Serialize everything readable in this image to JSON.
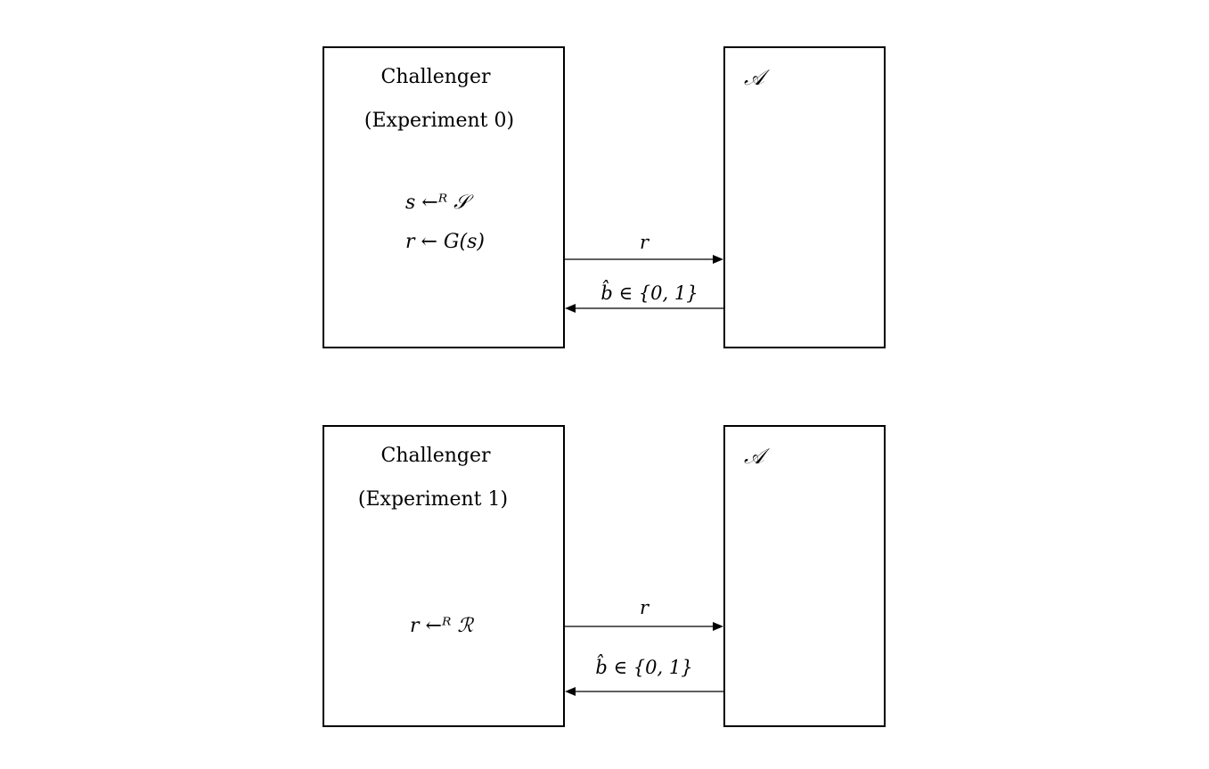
{
  "experiments": [
    {
      "challenger": {
        "title": "Challenger",
        "subtitle": "(Experiment 0)",
        "steps": [
          "s ←ᴿ 𝒮",
          "r ← G(s)"
        ]
      },
      "adversary": {
        "label": "𝒜"
      },
      "messages": {
        "to_adversary": "r",
        "to_challenger": "b̂ ∈ {0, 1}"
      }
    },
    {
      "challenger": {
        "title": "Challenger",
        "subtitle": "(Experiment 1)",
        "steps": [
          "r ←ᴿ ℛ"
        ]
      },
      "adversary": {
        "label": "𝒜"
      },
      "messages": {
        "to_adversary": "r",
        "to_challenger": "b̂ ∈ {0, 1}"
      }
    }
  ]
}
